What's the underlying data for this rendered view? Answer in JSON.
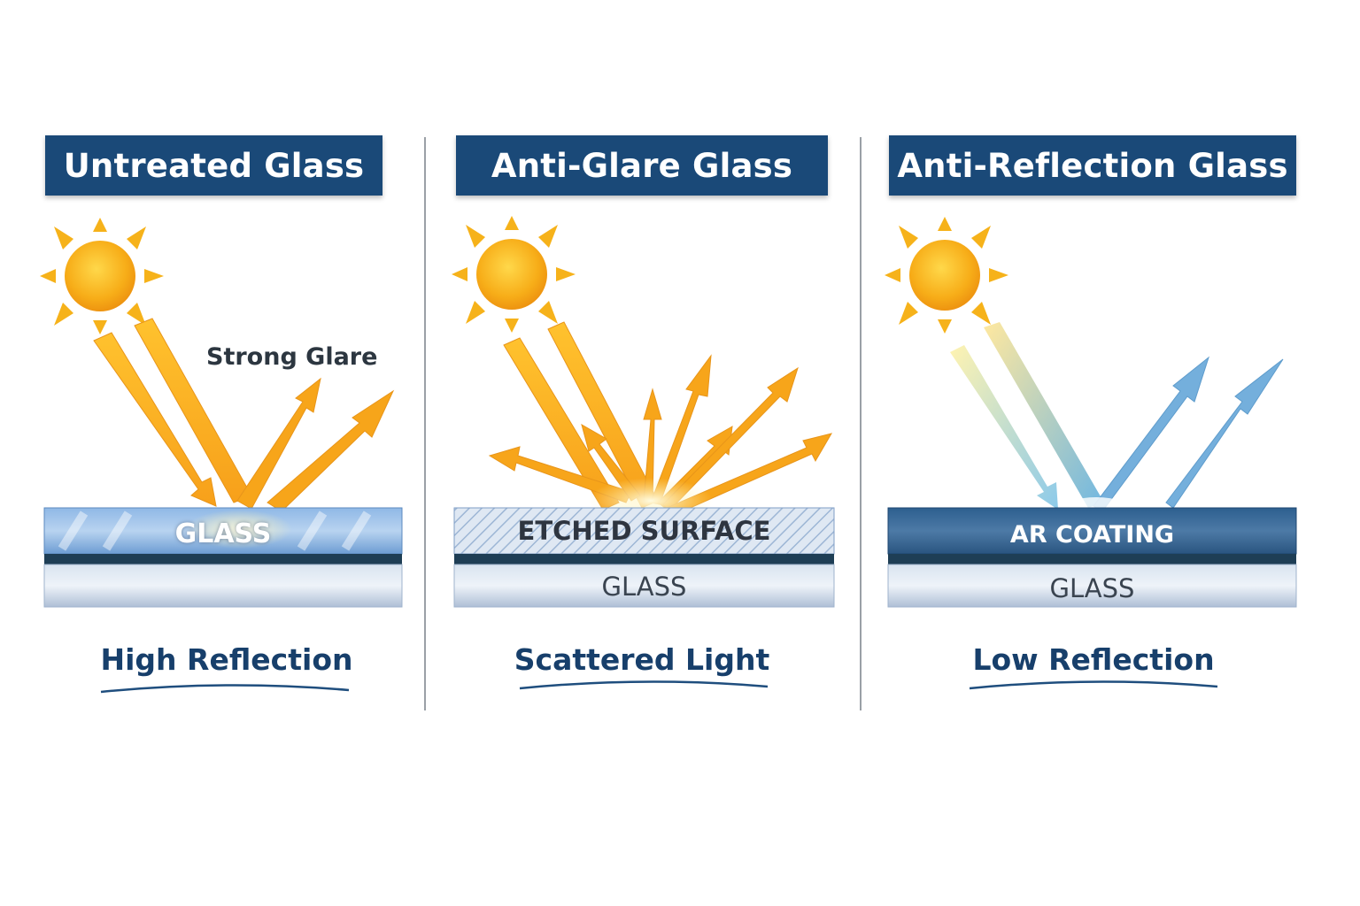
{
  "panels": [
    {
      "title": "Untreated Glass",
      "annotation": "Strong Glare",
      "top_layer": "GLASS",
      "caption": "High Reflection"
    },
    {
      "title": "Anti-Glare Glass",
      "top_layer": "ETCHED SURFACE",
      "bottom_layer": "GLASS",
      "caption": "Scattered Light"
    },
    {
      "title": "Anti-Reflection Glass",
      "top_layer": "AR COATING",
      "bottom_layer": "GLASS",
      "caption": "Low Reflection"
    }
  ],
  "colors": {
    "banner": "#1a4978",
    "caption_text": "#173f6b",
    "sun": "#f6b21a",
    "glare_rays": "#f7a51a",
    "ar_rays": "#6aa9d8",
    "glass": "#c9d8ea",
    "divider": "#9aa0a6"
  },
  "icons": [
    "sun-icon",
    "incoming-ray-arrow",
    "reflected-ray-arrow",
    "scattered-ray-arrow"
  ]
}
